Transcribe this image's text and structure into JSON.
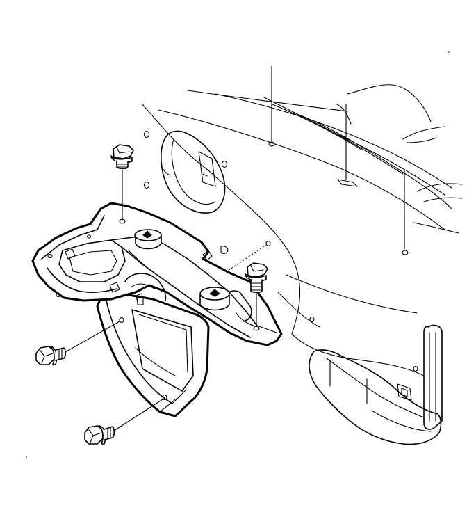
{
  "colors": {
    "line": "#000000",
    "background": "#ffffff",
    "part_fill": "#ffffff"
  },
  "parts": {
    "bracket": "mounting-bracket",
    "shield": "lower-splash-shield",
    "bolts": [
      "bolt-top-left",
      "bolt-top-right",
      "bolt-lower-left",
      "bolt-bottom-left"
    ]
  }
}
